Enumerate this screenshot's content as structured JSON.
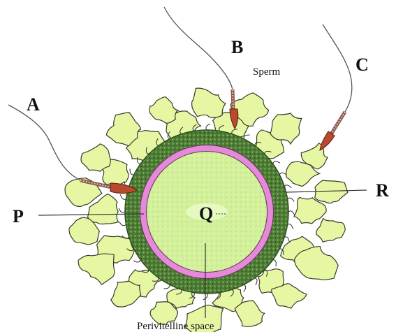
{
  "labels": {
    "a": "A",
    "b": "B",
    "c": "C",
    "p": "P",
    "q": "Q",
    "r": "R",
    "sperm": "Sperm",
    "perivitelline": "Perivitelline space"
  },
  "colors": {
    "cumulus_fill": "#e6f7a4",
    "cumulus_stroke": "#3a3a2a",
    "zona_dark": "#3f6e2a",
    "zona_light": "#8fb86a",
    "membrane_pink": "#e58ad8",
    "cytoplasm": "#d6f29c",
    "sperm_head": "#b84a2e",
    "sperm_midpiece": "#c88a7a",
    "line": "#333333"
  },
  "icons": {
    "sperm": "sperm-cell-icon",
    "egg": "ovum-icon"
  }
}
